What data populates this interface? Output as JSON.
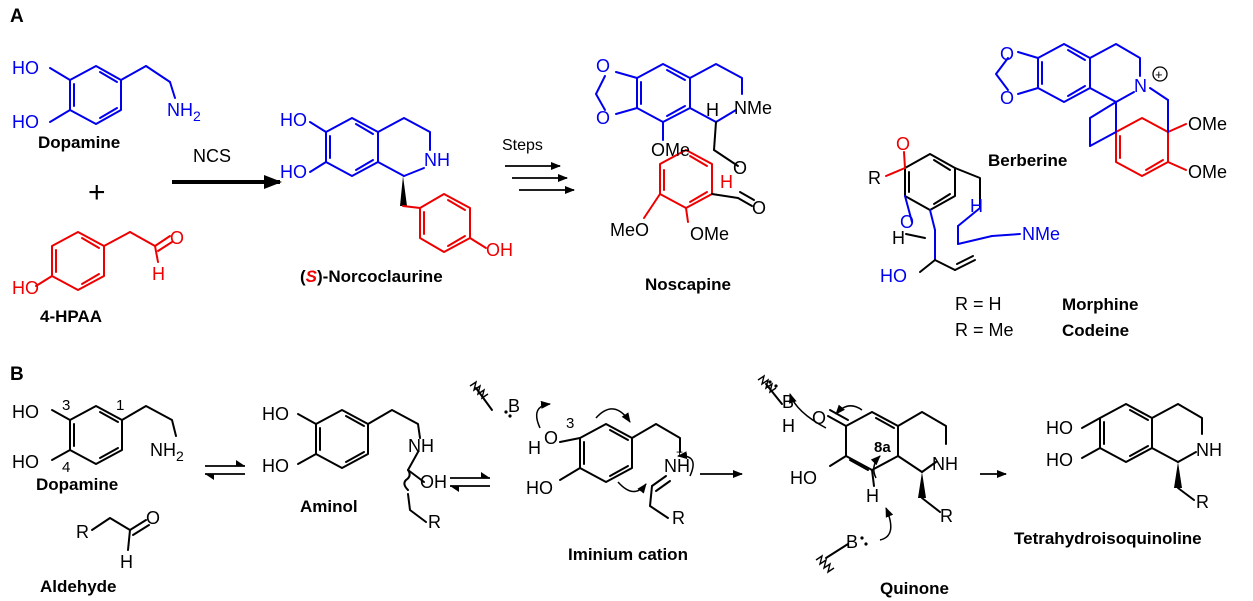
{
  "panels": {
    "a": "A",
    "b": "B"
  },
  "panel_a": {
    "dopamine": {
      "ho_top": "HO",
      "ho_bottom": "HO",
      "amine": "NH",
      "amine_sub": "2",
      "name": "Dopamine"
    },
    "plus": "+",
    "hpaa": {
      "ho": "HO",
      "o": "O",
      "h": "H",
      "name": "4-HPAA"
    },
    "enzyme": "NCS",
    "norcoclaurine": {
      "ho_top": "HO",
      "ho_bottom": "HO",
      "nh": "NH",
      "oh": "OH",
      "name_open": "(",
      "name_s": "S",
      "name_rest": ")-Norcoclaurine"
    },
    "steps": "Steps",
    "noscapine": {
      "o1": "O",
      "o2": "O",
      "h": "H",
      "nme": "NMe",
      "ome1": "OMe",
      "o_ring": "O",
      "carbonyl_o": "O",
      "h2": "H",
      "meo": "MeO",
      "ome2": "OMe",
      "name": "Noscapine"
    },
    "morphine": {
      "r": "R",
      "o_top": "O",
      "o_ring": "O",
      "h1": "H",
      "h2": "H",
      "nme": "NMe",
      "ho": "HO",
      "r_h": "R = H",
      "r_me": "R = Me",
      "name_morphine": "Morphine",
      "name_codeine": "Codeine"
    },
    "berberine": {
      "o1": "O",
      "o2": "O",
      "n": "N",
      "charge": "+",
      "ome1": "OMe",
      "ome2": "OMe",
      "name": "Berberine"
    }
  },
  "panel_b": {
    "dopamine": {
      "ho_top": "HO",
      "ho_bottom": "HO",
      "num3": "3",
      "num4": "4",
      "num1": "1",
      "amine": "NH",
      "amine_sub": "2",
      "name": "Dopamine"
    },
    "aldehyde": {
      "r": "R",
      "o": "O",
      "h": "H",
      "name": "Aldehyde"
    },
    "aminol": {
      "ho_top": "HO",
      "ho_bottom": "HO",
      "nh": "NH",
      "oh": "OH",
      "r": "R",
      "name": "Aminol"
    },
    "iminium": {
      "b": "B",
      "h": "H",
      "o": "O",
      "num3": "3",
      "ho": "HO",
      "nh": "NH",
      "plus": "+",
      "r": "R",
      "name": "Iminium cation"
    },
    "quinone": {
      "b1": "B",
      "h1": "H",
      "o": "O",
      "num8a": "8a",
      "nh": "NH",
      "ho": "HO",
      "h2": "H",
      "r": "R",
      "b2": "B",
      "name": "Quinone"
    },
    "thiq": {
      "ho_top": "HO",
      "ho_bottom": "HO",
      "nh": "NH",
      "r": "R",
      "name": "Tetrahydroisoquinoline"
    }
  }
}
